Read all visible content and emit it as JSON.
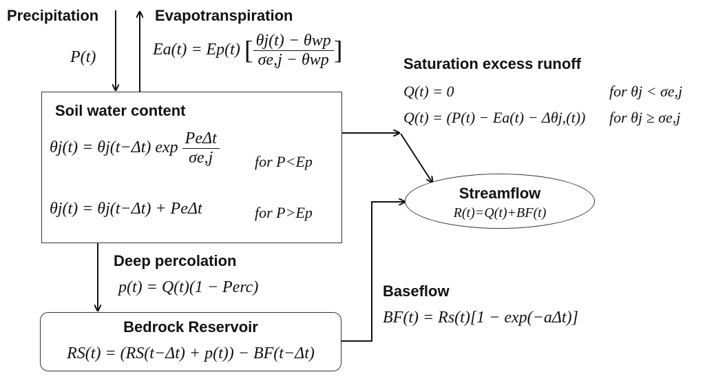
{
  "labels": {
    "precipitation": "Precipitation",
    "evapotranspiration": "Evapotranspiration",
    "soil_water_content": "Soil water content",
    "saturation_excess_runoff": "Saturation excess runoff",
    "streamflow": "Streamflow",
    "deep_percolation": "Deep percolation",
    "bedrock_reservoir": "Bedrock Reservoir",
    "baseflow": "Baseflow"
  },
  "equations": {
    "precip": "P(t)",
    "evap_lhs": "Ea(t) = Ep(t)",
    "evap_num": "θj(t) − θwp",
    "evap_den": "σe,j − θwp",
    "soil1_lhs": "θj(t) = θj(t−Δt) exp",
    "soil1_num": "PeΔt",
    "soil1_den": "σe,j",
    "soil1_cond": "for P<Ep",
    "soil2_lhs": "θj(t) = θj(t−Δt) + PeΔt",
    "soil2_cond": "for P>Ep",
    "runoff1": "Q(t) = 0",
    "runoff1_cond": "for θj < σe,j",
    "runoff2": "Q(t) = (P(t) − Ea(t) − Δθj,(t))",
    "runoff2_cond": "for θj ≥ σe,j",
    "streamflow": "R(t)=Q(t)+BF(t)",
    "percolation": "p(t) = Q(t)(1 − Perc)",
    "bedrock": "RS(t) = (RS(t−Δt) + p(t)) − BF(t−Δt)",
    "baseflow": "BF(t) = Rs(t)[1 − exp(−aΔt)]"
  }
}
